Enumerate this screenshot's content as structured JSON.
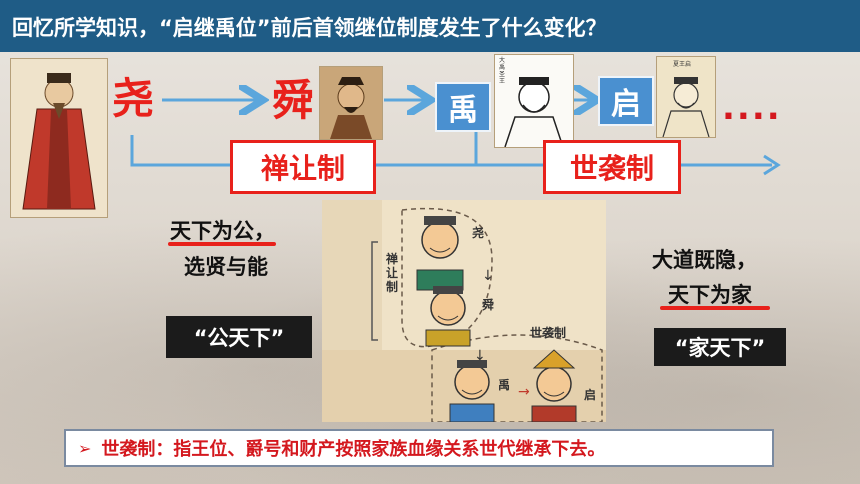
{
  "title": "回忆所学知识，“启继禹位”前后首领继位制度发生了什么变化？",
  "timeline": {
    "yao": "尧",
    "shun": "舜",
    "yu": "禹",
    "qi": "启",
    "ellipsis": "....",
    "label_left": "禅让制",
    "label_right": "世袭制"
  },
  "portrait_captions": {
    "yu_portrait": "大禹圣王",
    "qi_portrait": "夏王启"
  },
  "left_text": {
    "line1": "天下为公，",
    "line2": "选贤与能",
    "badge": "“公天下”"
  },
  "right_text": {
    "line1": "大道既隐，",
    "line2": "天下为家",
    "badge": "“家天下”"
  },
  "cartoon": {
    "label_chanrang": "禅让制",
    "label_yao": "尧",
    "label_shun": "舜",
    "label_yu": "禹",
    "label_qi": "启",
    "label_shixi": "世袭制"
  },
  "note": "世袭制：指王位、爵号和财产按照家族血缘关系世代继承下去。",
  "colors": {
    "title_bg": "#1f5c86",
    "accent_red": "#e8211b",
    "arrow_blue": "#5ba6dc",
    "box_blue": "#4a90d0"
  }
}
